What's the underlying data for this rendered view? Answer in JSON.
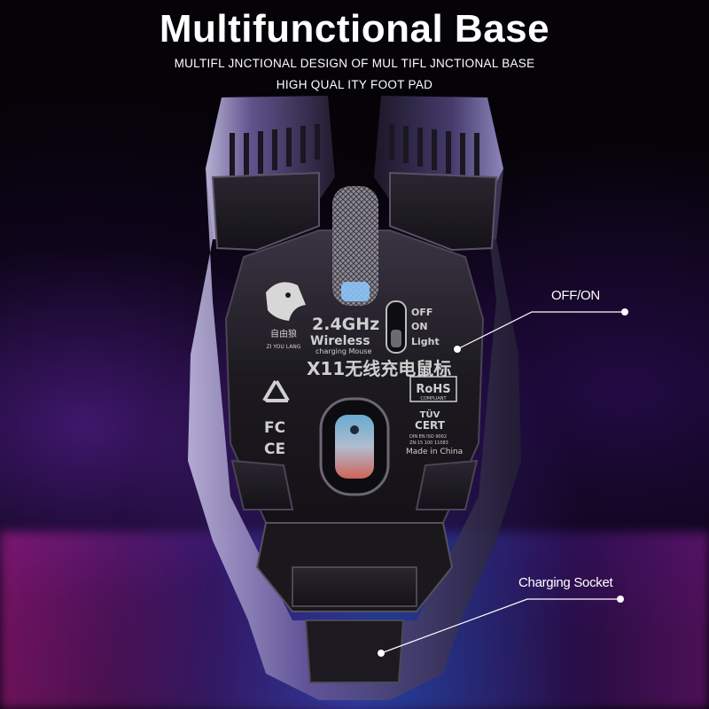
{
  "header": {
    "title": "Multifunctional Base",
    "subtitle_1": "MULTIFL JNCTIONAL DESIGN OF MUL TIFL JNCTIONAL BASE",
    "subtitle_2": "HIGH QUAL ITY FOOT PAD"
  },
  "callouts": {
    "switch": "OFF/ON",
    "socket": "Charging Socket"
  },
  "mouse_markings": {
    "brand_cn": "自由狼",
    "brand_en": "ZI YOU LANG",
    "band": "2.4GHz",
    "wireless": "Wireless",
    "charging": "charging Mouse",
    "model": "X11无线充电鼠标",
    "switch_off": "OFF",
    "switch_on": "ON",
    "switch_light": "Light",
    "rohs": "RoHS",
    "rohs_sub": "COMPLIANT",
    "tuv": "TÜV",
    "cert": "CERT",
    "din1": "DIN EN ISO 9002",
    "din2": "ZN:15 100 11083",
    "made_in": "Made in China",
    "fc": "FC",
    "ce": "CE"
  }
}
